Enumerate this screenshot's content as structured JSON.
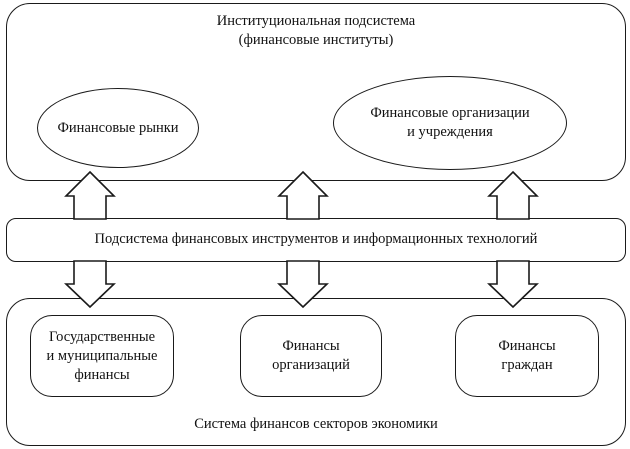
{
  "institutional": {
    "title_line1": "Институциональная подсистема",
    "title_line2": "(финансовые институты)",
    "ellipses": [
      {
        "line1": "Финансовые рынки",
        "line2": ""
      },
      {
        "line1": "Финансовые организации",
        "line2": "и учреждения"
      }
    ]
  },
  "instruments": {
    "label": "Подсистема финансовых инструментов и информационных технологий"
  },
  "sectors": {
    "label": "Система финансов секторов экономики",
    "boxes": [
      {
        "line1": "Государственные",
        "line2": "и муниципальные",
        "line3": "финансы"
      },
      {
        "line1": "Финансы",
        "line2": "организаций",
        "line3": ""
      },
      {
        "line1": "Финансы",
        "line2": "граждан",
        "line3": ""
      }
    ]
  },
  "arrows": {
    "up": [
      "up-arrow",
      "up-arrow",
      "up-arrow"
    ],
    "down": [
      "down-arrow",
      "down-arrow",
      "down-arrow"
    ]
  }
}
